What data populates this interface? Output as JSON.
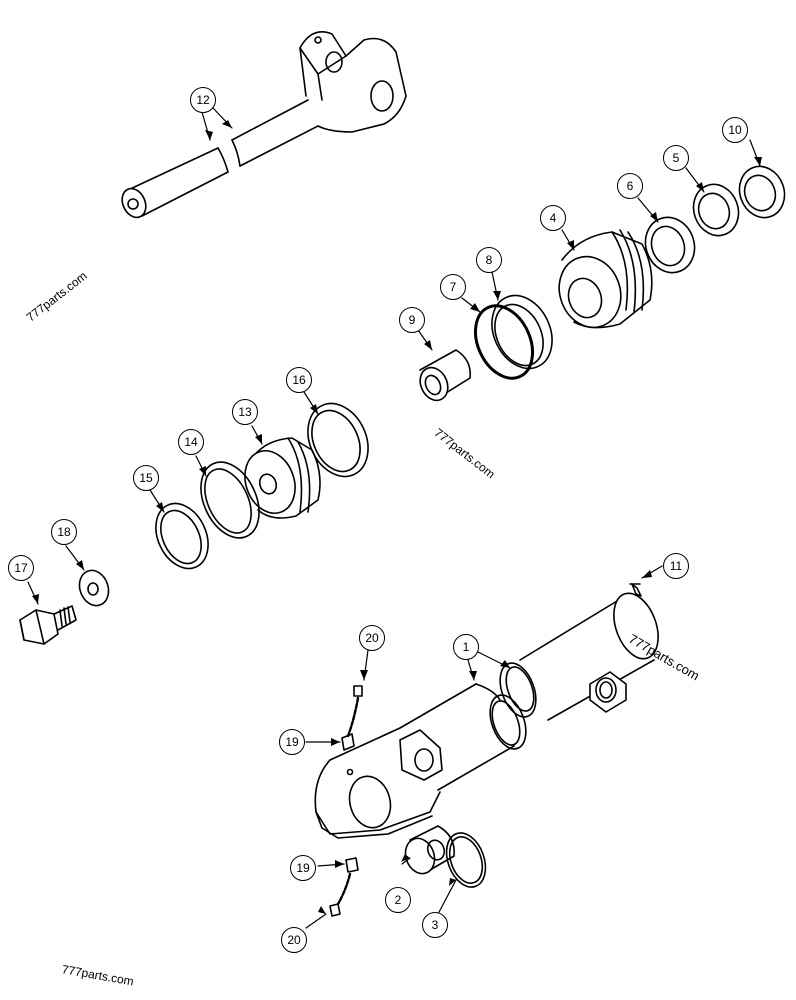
{
  "diagram": {
    "callouts": [
      {
        "id": "c12",
        "label": "12"
      },
      {
        "id": "c10",
        "label": "10"
      },
      {
        "id": "c5",
        "label": "5"
      },
      {
        "id": "c6",
        "label": "6"
      },
      {
        "id": "c4",
        "label": "4"
      },
      {
        "id": "c8",
        "label": "8"
      },
      {
        "id": "c7",
        "label": "7"
      },
      {
        "id": "c9",
        "label": "9"
      },
      {
        "id": "c16",
        "label": "16"
      },
      {
        "id": "c13",
        "label": "13"
      },
      {
        "id": "c14",
        "label": "14"
      },
      {
        "id": "c15",
        "label": "15"
      },
      {
        "id": "c18",
        "label": "18"
      },
      {
        "id": "c17",
        "label": "17"
      },
      {
        "id": "c11",
        "label": "11"
      },
      {
        "id": "c20a",
        "label": "20"
      },
      {
        "id": "c1",
        "label": "1"
      },
      {
        "id": "c19a",
        "label": "19"
      },
      {
        "id": "c19b",
        "label": "19"
      },
      {
        "id": "c2",
        "label": "2"
      },
      {
        "id": "c3",
        "label": "3"
      },
      {
        "id": "c20b",
        "label": "20"
      }
    ],
    "watermarks": [
      "777parts.com",
      "777parts.com",
      "777parts.com",
      "777parts.com"
    ]
  }
}
